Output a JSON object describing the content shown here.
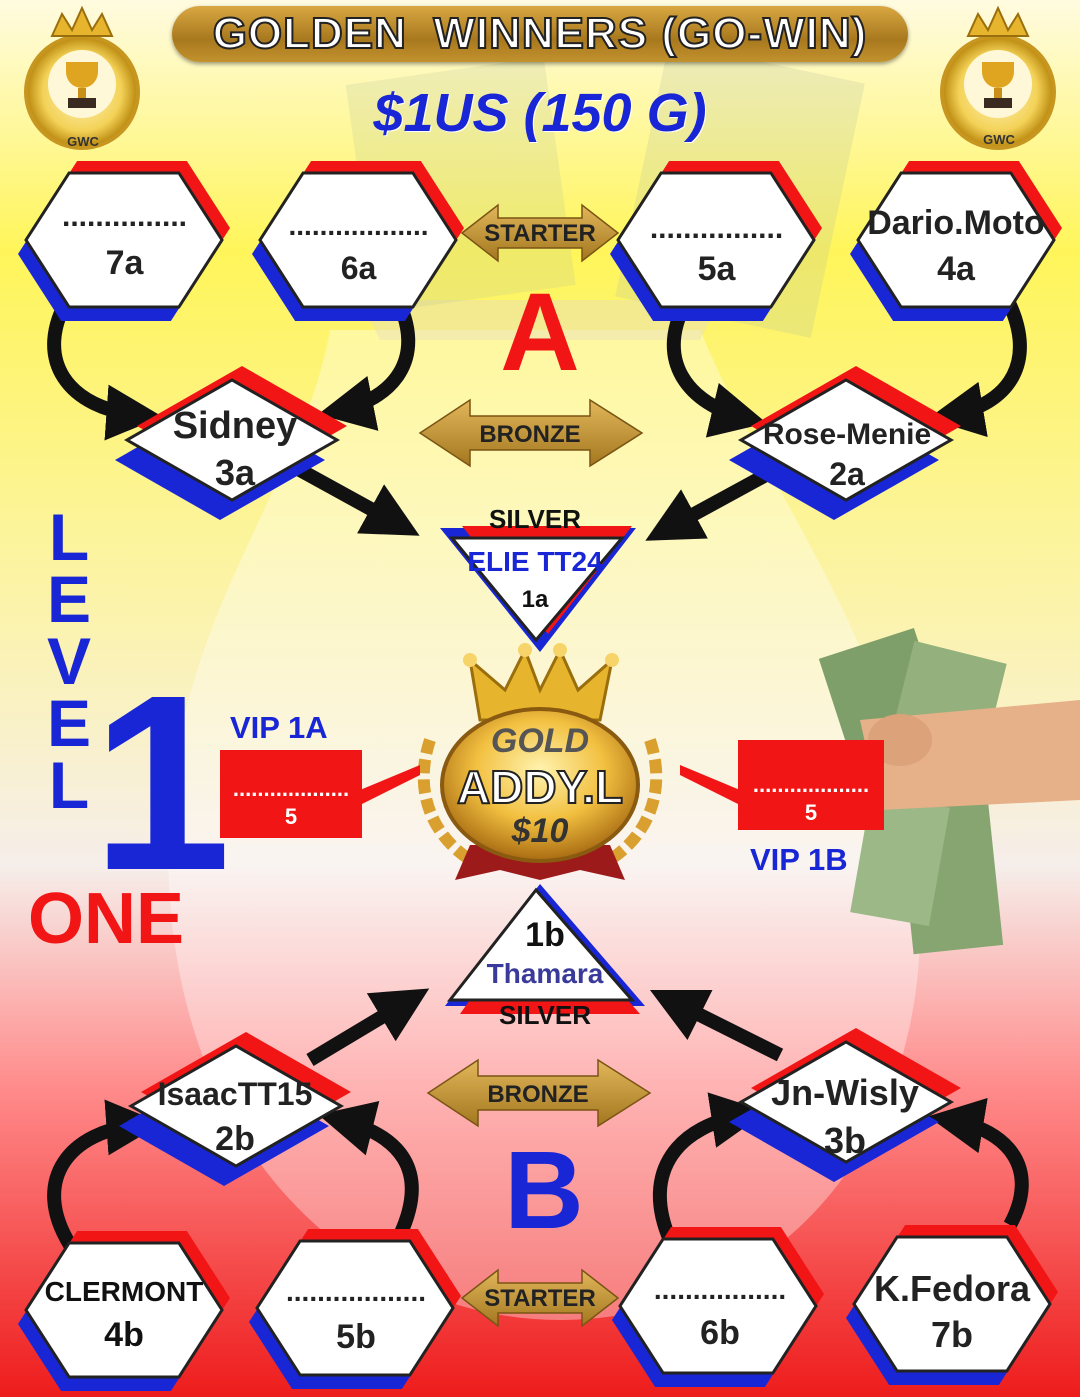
{
  "header": {
    "title": "GOLDEN  WINNERS (GO-WIN)",
    "price": "$1US (150 G)",
    "logo_text_left": "GWC",
    "logo_text_right": "GWC"
  },
  "sections": {
    "a_letter": "A",
    "b_letter": "B"
  },
  "tags": {
    "starter_top": "STARTER",
    "bronze_top": "BRONZE",
    "bronze_bottom": "BRONZE",
    "starter_bottom": "STARTER"
  },
  "top_row": [
    {
      "name": "...............",
      "code": "7a"
    },
    {
      "name": "..................",
      "code": "6a"
    },
    {
      "name": "................",
      "code": "5a"
    },
    {
      "name": "Dario.Moto",
      "code": "4a"
    }
  ],
  "top_mid": [
    {
      "name": "Sidney",
      "code": "3a"
    },
    {
      "name": "Rose-Menie",
      "code": "2a"
    }
  ],
  "silver_a": {
    "rank": "SILVER",
    "name": "ELIE TT24",
    "code": "1a"
  },
  "gold": {
    "label": "GOLD",
    "name": "ADDY.L",
    "amount": "$10"
  },
  "vip_left": {
    "label": "VIP 1A",
    "dots": "...................",
    "num": "5"
  },
  "vip_right": {
    "label": "VIP 1B",
    "dots": "...................",
    "num": "5"
  },
  "level": {
    "letters": [
      "L",
      "E",
      "V",
      "E",
      "L"
    ],
    "number": "1",
    "word": "ONE"
  },
  "silver_b": {
    "rank": "SILVER",
    "name": "Thamara",
    "code": "1b"
  },
  "bottom_mid": [
    {
      "name": "IsaacTT15",
      "code": "2b"
    },
    {
      "name": "Jn-Wisly",
      "code": "3b"
    }
  ],
  "bottom_row": [
    {
      "name": "CLERMONT",
      "code": "4b"
    },
    {
      "name": "..................",
      "code": "5b"
    },
    {
      "name": ".................",
      "code": "6b"
    },
    {
      "name": "K.Fedora",
      "code": "7b"
    }
  ],
  "colors": {
    "red": "#f21515",
    "blue": "#1826d6",
    "gold": "#c99a34"
  }
}
